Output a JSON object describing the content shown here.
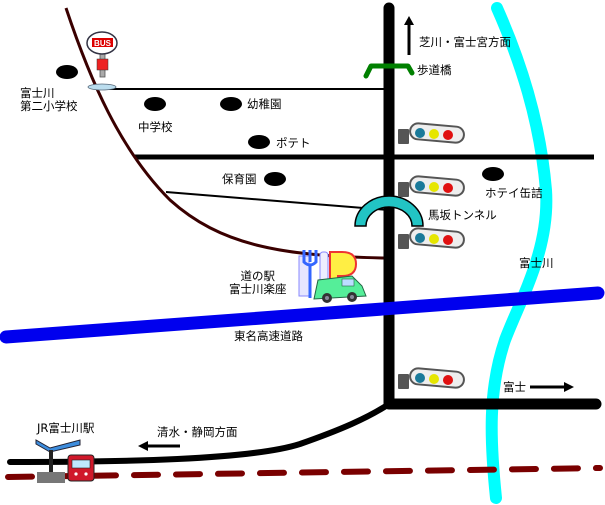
{
  "map": {
    "colors": {
      "main_road": "#000000",
      "old_road": "#3a0000",
      "river": "#00ffff",
      "expressway": "#0000ee",
      "railway": "#7a0000",
      "footbridge": "#008000",
      "tunnel": "#22c4c4"
    },
    "labels": {
      "school_2nd": [
        "富士川",
        "第二小学校"
      ],
      "junior_high": "中学校",
      "kindergarten": "幼稚園",
      "potete": "ポテト",
      "nursery": "保育園",
      "hotei": "ホテイ缶詰",
      "tunnel": "馬坂トンネル",
      "footbridge": "歩道橋",
      "north_direction": "芝川・富士宮方面",
      "fujikawa_river": "富士川",
      "michi_no_eki": [
        "道の駅",
        "富士川楽座"
      ],
      "expressway": "東名高速道路",
      "fuji_direction": "富士",
      "shimizu_direction": "清水・静岡方面",
      "jr_station": "JR富士川駅"
    },
    "icons": {
      "bus_stop": "bus-stop-icon",
      "bus_text": "BUS",
      "traffic_light": "traffic-light-icon",
      "restaurant_parking": "restaurant-parking-icon",
      "parking_letter": "P",
      "train": "train-icon",
      "station": "station-platform-icon"
    }
  }
}
